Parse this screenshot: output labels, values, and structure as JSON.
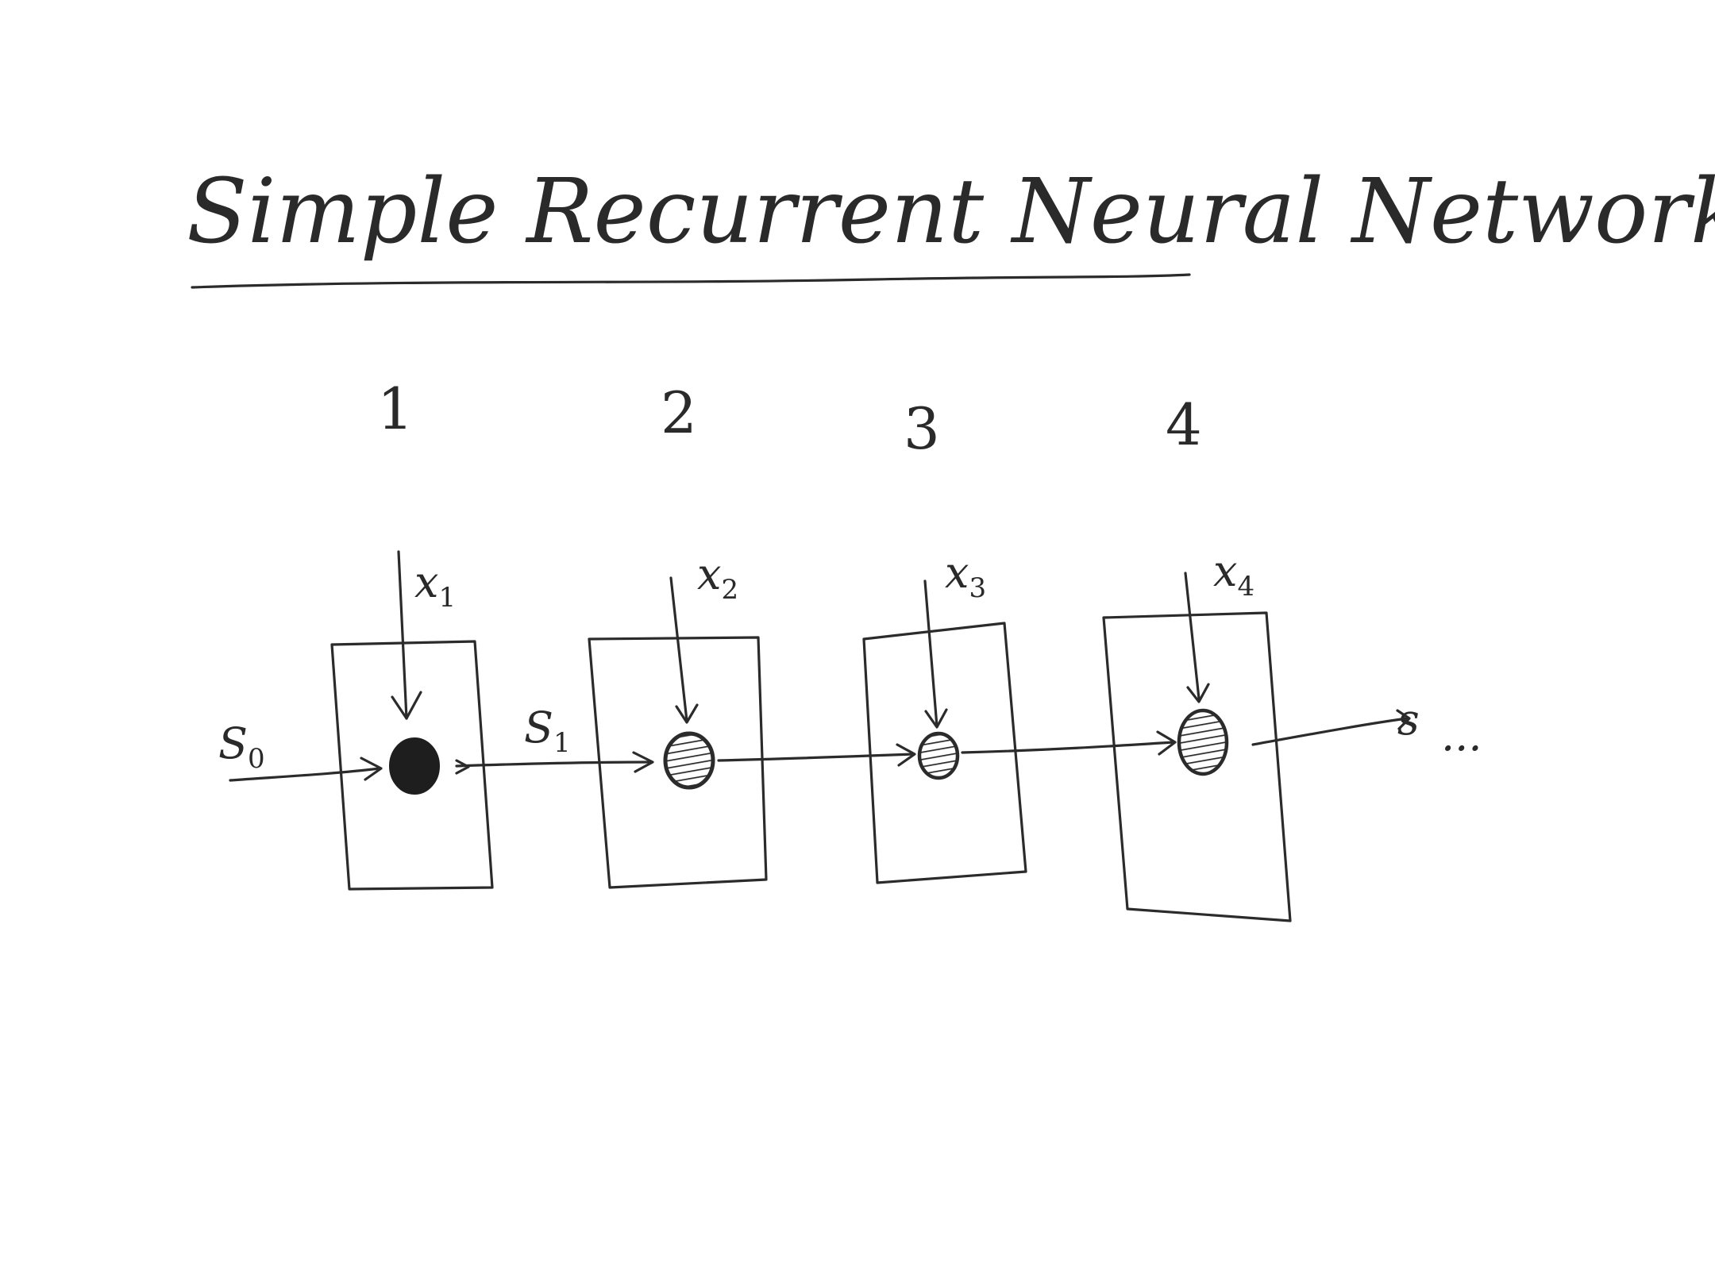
{
  "title": "Simple Recurrent Neural Networks",
  "steps": [
    {
      "step_label": "1",
      "input_label": "x",
      "input_subscript": "1",
      "node_shading": "solid"
    },
    {
      "step_label": "2",
      "input_label": "x",
      "input_subscript": "2",
      "node_shading": "hatched"
    },
    {
      "step_label": "3",
      "input_label": "x",
      "input_subscript": "3",
      "node_shading": "hatched"
    },
    {
      "step_label": "4",
      "input_label": "x",
      "input_subscript": "4",
      "node_shading": "hatched"
    }
  ],
  "states": {
    "s0": {
      "label": "S",
      "subscript": "0"
    },
    "s1": {
      "label": "S",
      "subscript": "1"
    },
    "s_out": {
      "label": "s"
    },
    "continuation": "..."
  },
  "colors": {
    "ink": "#2b2b2b",
    "background": "#ffffff"
  }
}
